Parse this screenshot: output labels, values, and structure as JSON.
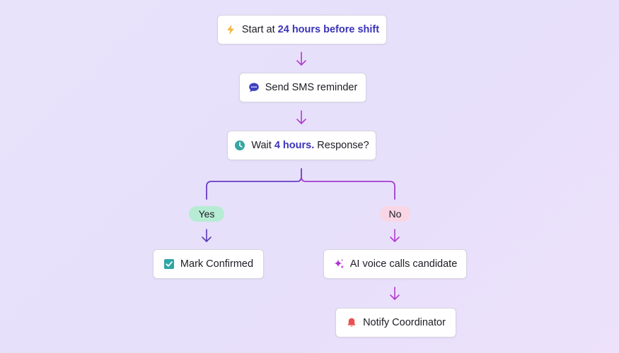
{
  "colors": {
    "background": "#e9e2fb",
    "arrow_magenta": "#b23bd0",
    "arrow_purple": "#5b3bb8",
    "highlight": "#3a33b8",
    "yes_pill": "#b6ecd3",
    "no_pill": "#f9d6e3"
  },
  "nodes": {
    "start": {
      "prefix": "Start at ",
      "highlight": "24 hours before shift",
      "icon": "lightning-icon"
    },
    "sms": {
      "label": "Send SMS reminder",
      "icon": "chat-bubble-icon"
    },
    "wait": {
      "prefix": "Wait ",
      "highlight": "4 hours.",
      "suffix": " Response?",
      "icon": "clock-icon"
    },
    "confirmed": {
      "label": "Mark Confirmed",
      "icon": "checkbox-icon"
    },
    "ai_call": {
      "label": "AI voice calls candidate",
      "icon": "sparkle-icon"
    },
    "notify": {
      "label": "Notify Coordinator",
      "icon": "bell-icon"
    }
  },
  "branches": {
    "yes": "Yes",
    "no": "No"
  }
}
